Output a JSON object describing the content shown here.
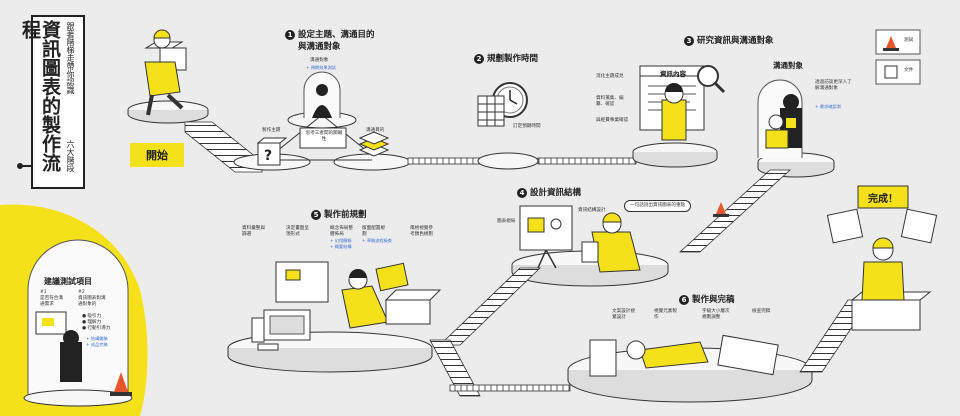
{
  "title": {
    "main": "資訊圖表的製作流程",
    "sub": "跟著階梯走帶你認識",
    "stages": "六大階段"
  },
  "start_label": "開始",
  "complete_label": "完成！",
  "legend": {
    "test_label": "測試",
    "document_label": "文件"
  },
  "steps": [
    {
      "num": "1",
      "title_line1": "設定主題、溝通目的",
      "title_line2": "與溝通對象"
    },
    {
      "num": "2",
      "title_line1": "規劃製作時間",
      "title_line2": ""
    },
    {
      "num": "3",
      "title_line1": "研究資訊與溝通對象",
      "title_line2": ""
    },
    {
      "num": "4",
      "title_line1": "設計資訊結構",
      "title_line2": ""
    },
    {
      "num": "5",
      "title_line1": "製作前規劃",
      "title_line2": ""
    },
    {
      "num": "6",
      "title_line1": "製作與完稿",
      "title_line2": ""
    }
  ],
  "step1": {
    "target": "溝通對象",
    "target_note": "+ 預期效果測試",
    "topic": "製作主題",
    "purpose": "溝通目的",
    "center": "思考三者間的關聯性"
  },
  "step2": {
    "note": "訂定預期時間"
  },
  "step3": {
    "board_title": "資訊內容",
    "left_note": "消化主題成見",
    "middle_note": "資料蒐集、編纂、確認",
    "right_note": "與經費事業確認",
    "target_title": "溝通對象",
    "target_note": "透過訪談更深入了解溝通對象",
    "target_test": "+ 需求確認測"
  },
  "step4": {
    "left_note": "圖表規局",
    "right_note": "資訊結構設計",
    "bubble": "一句話說出資訊圖表的重點"
  },
  "step5": {
    "n1": "資料彙整與篩選",
    "n2": "決定畫面呈現形式",
    "n3": "概念佈局整體佈局",
    "n3_b1": "+ 幻燈簡報",
    "n3_b2": "+ 概要結構",
    "n4": "版面配置規劃",
    "n4_b1": "+ 草稿流程檢查",
    "n5": "風格視覺參考顏色規劃"
  },
  "step6": {
    "n1": "文案設計視覺設計",
    "n2": "視覺元素製作",
    "n3": "字級大小層次規劃調整",
    "n4": "檢查完稿"
  },
  "test_items": {
    "title": "建議測試項目",
    "col1_num": "#1",
    "col1_text": "是否符合溝通需求",
    "col2_num": "#2",
    "col2_text": "資訊圖表對溝通對象的",
    "points": [
      "● 吸引力",
      "● 理解力",
      "● 行動引導力"
    ],
    "notes": [
      "+ 結構雛稿",
      "+ 成品完稿"
    ]
  },
  "colors": {
    "yellow": "#f5e11a",
    "dark": "#222222",
    "platform": "#f7f7f7",
    "blue": "#3a6fd8",
    "cone": "#e8562e"
  }
}
